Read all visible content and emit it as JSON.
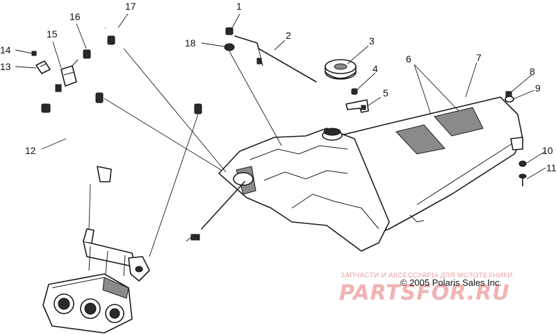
{
  "callouts": [
    {
      "id": "1",
      "text": "1"
    },
    {
      "id": "2",
      "text": "2"
    },
    {
      "id": "3",
      "text": "3"
    },
    {
      "id": "4",
      "text": "4"
    },
    {
      "id": "5",
      "text": "5"
    },
    {
      "id": "6",
      "text": "6"
    },
    {
      "id": "7",
      "text": "7"
    },
    {
      "id": "8",
      "text": "8"
    },
    {
      "id": "9",
      "text": "9"
    },
    {
      "id": "10",
      "text": "10"
    },
    {
      "id": "11",
      "text": "11"
    },
    {
      "id": "12",
      "text": "12"
    },
    {
      "id": "13",
      "text": "13"
    },
    {
      "id": "14",
      "text": "14"
    },
    {
      "id": "15",
      "text": "15"
    },
    {
      "id": "16",
      "text": "16"
    },
    {
      "id": "17",
      "text": "17"
    },
    {
      "id": "18",
      "text": "18"
    }
  ],
  "copyright": "© 2005 Polaris Sales Inc.",
  "watermark": {
    "subtitle": "ЗАПЧАСТИ И АКСЕССУАРЫ ДЛЯ МОТОТЕХНИКИ",
    "brand": "PARTSFOR.RU"
  }
}
